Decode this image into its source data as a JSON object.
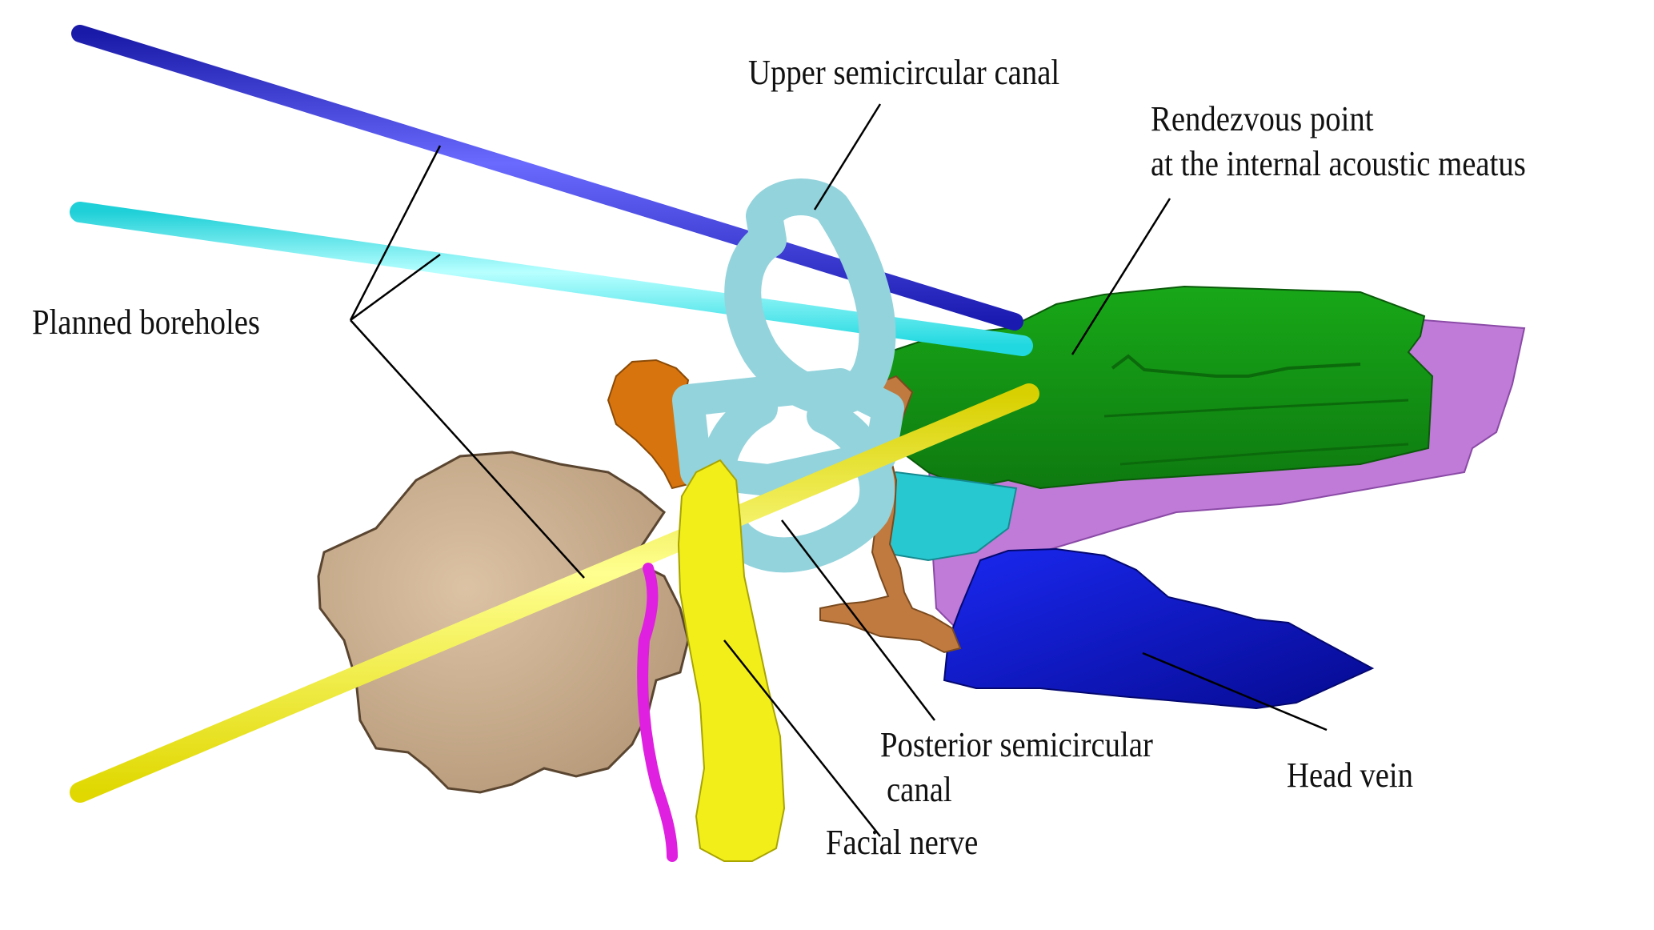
{
  "figure": {
    "title": "Planned borehole trajectories relative to inner-ear anatomy (3D rendering)",
    "background": "#ffffff"
  },
  "labels": {
    "upper_canal": "Upper semicircular canal",
    "rendezvous_line1": "Rendezvous point",
    "rendezvous_line2": "at the internal acoustic meatus",
    "planned_boreholes": "Planned boreholes",
    "posterior_line1": "Posterior semicircular",
    "posterior_line2": "canal",
    "head_vein": "Head vein",
    "facial_nerve": "Facial nerve"
  },
  "structures": [
    {
      "name": "borehole-1",
      "color": "#2a2ad8"
    },
    {
      "name": "borehole-2",
      "color": "#3ff0f0"
    },
    {
      "name": "borehole-3",
      "color": "#f5f020"
    },
    {
      "name": "upper-semicircular-canal",
      "color": "#93d3dc"
    },
    {
      "name": "internal-acoustic-meatus",
      "color": "#1f9e1f"
    },
    {
      "name": "brain-structure",
      "color": "#c07ad8"
    },
    {
      "name": "head-vein",
      "color": "#0a14d8"
    },
    {
      "name": "facial-nerve",
      "color": "#f2ee1a"
    },
    {
      "name": "chorda-tympani",
      "color": "#e020e0"
    },
    {
      "name": "ossicles",
      "color": "#d8740e"
    },
    {
      "name": "sigmoid-bone",
      "color": "#c9ac8c"
    },
    {
      "name": "cochlea",
      "color": "#28c8d0"
    },
    {
      "name": "nerve-branches",
      "color": "#c07a40"
    }
  ]
}
